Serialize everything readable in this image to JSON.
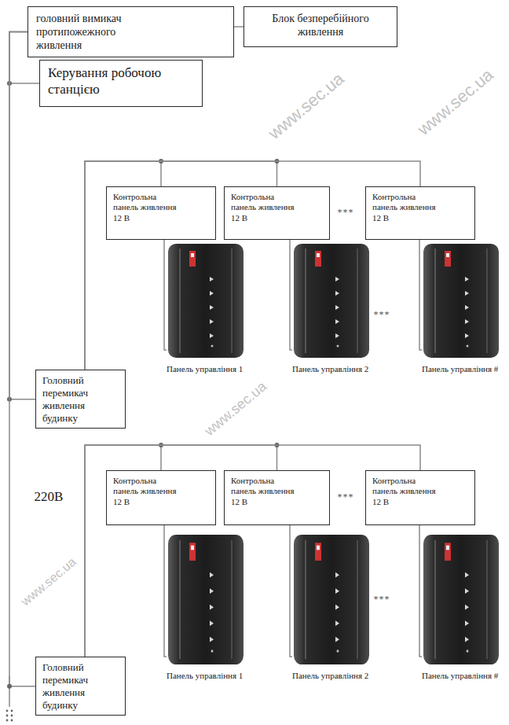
{
  "diagram": {
    "nodes": [
      {
        "text": [
          "головний вимикач протипожежного живлення"
        ]
      },
      {
        "text": [
          "Блок безперебійного живлення"
        ]
      },
      {
        "text": [
          "Керування робочою станцією"
        ]
      },
      {
        "text": [
          "Контрольна панель живлення 12 В"
        ]
      },
      {
        "text": [
          "Контрольна панель живлення 12 В"
        ]
      },
      {
        "text": [
          "Контрольна панель живлення 12 В"
        ]
      },
      {
        "text": [
          "Панель управління 1"
        ]
      },
      {
        "text": [
          "Панель управління 2"
        ]
      },
      {
        "text": [
          "Панель управління #"
        ]
      },
      {
        "text": [
          "Головний перемикач живлення будинку"
        ]
      },
      {
        "text": [
          "Контрольна панель живлення 12 В"
        ]
      },
      {
        "text": [
          "Контрольна панель живлення 12 В"
        ]
      },
      {
        "text": [
          "Контрольна панель живлення 12 В"
        ]
      },
      {
        "text": [
          "Панель управління 1"
        ]
      },
      {
        "text": [
          "Панель управління 2"
        ]
      },
      {
        "text": [
          "Панель управління #"
        ]
      },
      {
        "text": [
          "Головний перемикач живлення будинку"
        ]
      }
    ],
    "edges": [
      {
        "from": 0,
        "to": 1,
        "arrow": "none"
      },
      {
        "from": 0,
        "to": 2,
        "arrow": "none"
      },
      {
        "from": 0,
        "to": 9,
        "arrow": "none"
      },
      {
        "from": 0,
        "to": 16,
        "arrow": "none"
      },
      {
        "from": 9,
        "to": 3,
        "arrow": "none"
      },
      {
        "from": 9,
        "to": 4,
        "arrow": "none"
      },
      {
        "from": 9,
        "to": 5,
        "arrow": "none"
      },
      {
        "from": 3,
        "to": 6,
        "arrow": "none"
      },
      {
        "from": 4,
        "to": 7,
        "arrow": "none"
      },
      {
        "from": 5,
        "to": 8,
        "arrow": "none"
      },
      {
        "from": 16,
        "to": 10,
        "arrow": "none"
      },
      {
        "from": 16,
        "to": 11,
        "arrow": "none"
      },
      {
        "from": 16,
        "to": 12,
        "arrow": "none"
      },
      {
        "from": 10,
        "to": 13,
        "arrow": "none"
      },
      {
        "from": 11,
        "to": 14,
        "arrow": "none"
      },
      {
        "from": 12,
        "to": 15,
        "arrow": "none"
      }
    ],
    "labels": [
      "www.sec.ua",
      "www.sec.ua",
      "***",
      "***",
      "www.sec.ua",
      "220В",
      "***",
      "***",
      "www.sec.ua"
    ]
  }
}
